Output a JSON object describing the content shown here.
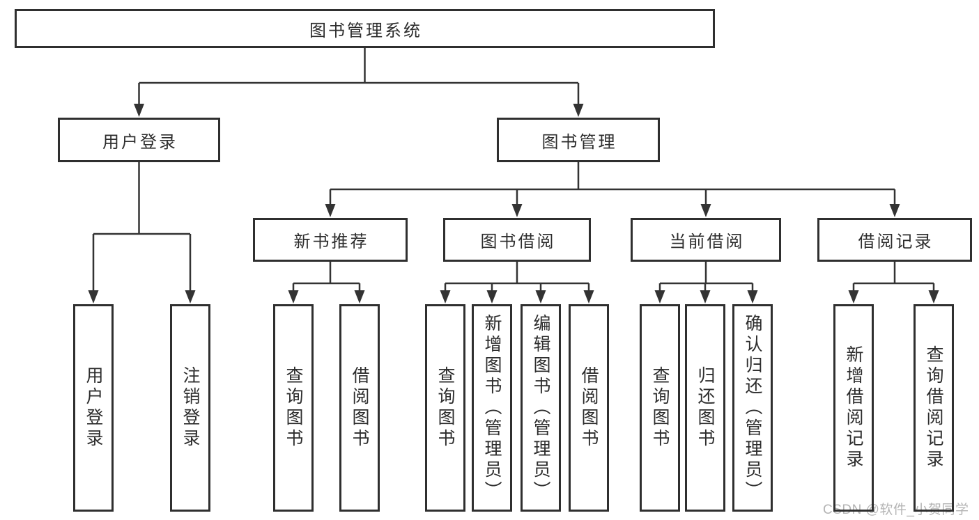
{
  "diagram": {
    "root": {
      "label": "图书管理系统"
    },
    "branches": {
      "user_login": {
        "label": "用户登录",
        "children": {
          "login": {
            "label": "用户登录"
          },
          "logout": {
            "label": "注销登录"
          }
        }
      },
      "book_mgmt": {
        "label": "图书管理",
        "children": {
          "new_book_rec": {
            "label": "新书推荐",
            "children": {
              "query": {
                "label": "查询图书"
              },
              "borrow": {
                "label": "借阅图书"
              }
            }
          },
          "book_borrow": {
            "label": "图书借阅",
            "children": {
              "query": {
                "label": "查询图书"
              },
              "add": {
                "label": "新增图书（管理员）"
              },
              "edit": {
                "label": "编辑图书（管理员）"
              },
              "borrow": {
                "label": "借阅图书"
              }
            }
          },
          "current_borrow": {
            "label": "当前借阅",
            "children": {
              "query": {
                "label": "查询图书"
              },
              "return": {
                "label": "归还图书"
              },
              "confirm_return": {
                "label": "确认归还（管理员）"
              }
            }
          },
          "borrow_record": {
            "label": "借阅记录",
            "children": {
              "add_record": {
                "label": "新增借阅记录"
              },
              "query_record": {
                "label": "查询借阅记录"
              }
            }
          }
        }
      }
    }
  },
  "watermark": {
    "text": "CSDN @软件_小贺同学",
    "color": "#b4b4b4"
  },
  "colors": {
    "line": "#333333",
    "box_border": "#2f2f2f",
    "text": "#2d2d2d",
    "background": "#ffffff"
  }
}
